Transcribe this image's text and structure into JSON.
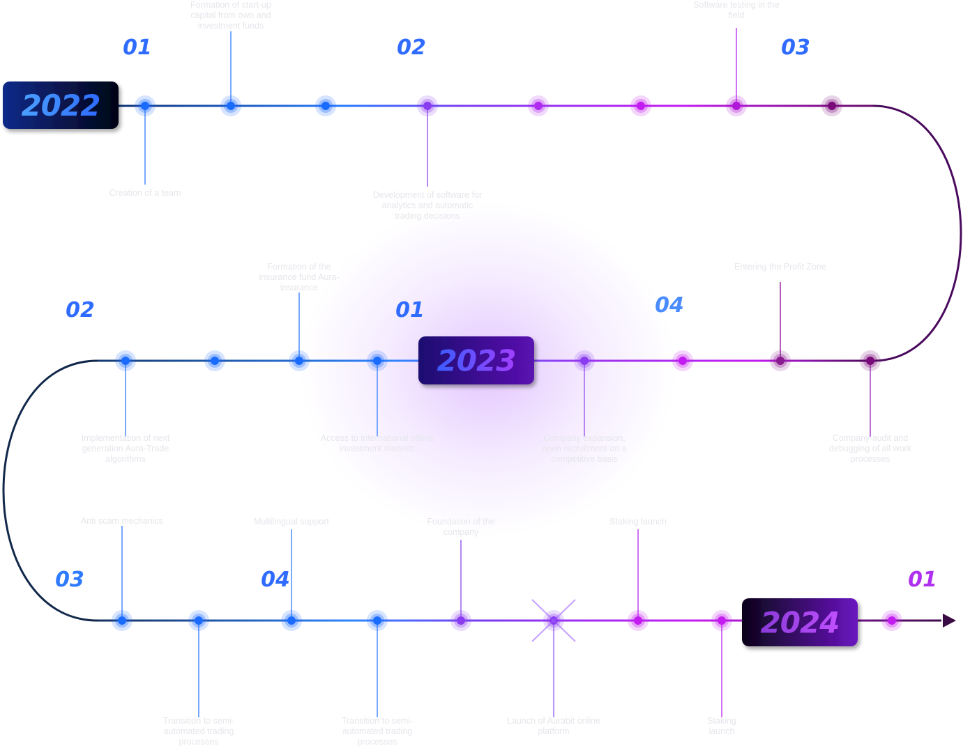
{
  "years": [
    {
      "id": "2022",
      "label": "2022"
    },
    {
      "id": "2023",
      "label": "2023"
    },
    {
      "id": "2024",
      "label": "2024"
    }
  ],
  "quarters": [
    {
      "id": "q1-2022",
      "label": "01"
    },
    {
      "id": "q2-2022",
      "label": "02"
    },
    {
      "id": "q3-2022",
      "label": "03"
    },
    {
      "id": "q4-2022",
      "label": "04"
    },
    {
      "id": "q1-2023",
      "label": "01"
    },
    {
      "id": "q2-2023",
      "label": "02"
    },
    {
      "id": "q3-2023",
      "label": "03"
    },
    {
      "id": "q4-2023",
      "label": "04"
    },
    {
      "id": "q1-2024",
      "label": "01"
    }
  ],
  "events": [
    {
      "id": "formation-start-up-capital",
      "lines": [
        "Formation of start-up",
        "capital from own and",
        "investment funds"
      ]
    },
    {
      "id": "creation-of-team",
      "lines": [
        "Creation of a team"
      ]
    },
    {
      "id": "development-software",
      "lines": [
        "Development of software for",
        "analytics and automatic",
        "trading decisions"
      ]
    },
    {
      "id": "software-testing",
      "lines": [
        "Software testing in the",
        "field"
      ]
    },
    {
      "id": "entering-profit-zone",
      "lines": [
        "Entering the Profit Zone"
      ]
    },
    {
      "id": "company-audit",
      "lines": [
        "Company audit and",
        "debugging of all work",
        "processes"
      ]
    },
    {
      "id": "company-expansion",
      "lines": [
        "Company expansion,",
        "open recruitment on a",
        "competitive basis"
      ]
    },
    {
      "id": "access-offline-markets",
      "lines": [
        "Access to international offline",
        "investment markets"
      ]
    },
    {
      "id": "insurance-fund",
      "lines": [
        "Formation of the",
        "insurance fund Aura-",
        "insurance"
      ]
    },
    {
      "id": "next-gen-algorithms",
      "lines": [
        "Implementation of next",
        "generation Aura-Trade",
        "algorithms"
      ]
    },
    {
      "id": "anti-scam",
      "lines": [
        "Anti scam mechanics"
      ]
    },
    {
      "id": "transition-semi-1",
      "lines": [
        "Transition to semi-",
        "automated trading",
        "processes"
      ]
    },
    {
      "id": "multilingual",
      "lines": [
        "Multilingual support"
      ]
    },
    {
      "id": "transition-semi-2",
      "lines": [
        "Transition to semi-",
        "automated trading",
        "processes"
      ]
    },
    {
      "id": "foundation-company",
      "lines": [
        "Foundation of the",
        "company"
      ]
    },
    {
      "id": "launch-platform",
      "lines": [
        "Launch of Aurabit online",
        "platform"
      ]
    },
    {
      "id": "staking-launch-1",
      "lines": [
        "Staking launch"
      ]
    },
    {
      "id": "staking-launch-2",
      "lines": [
        "Staking",
        "launch"
      ]
    }
  ],
  "colors": {
    "blue": "#1a6bff",
    "violet": "#8a3cf0",
    "magenta": "#c21cf0",
    "dark_purple": "#5a0a6a",
    "dark_navy": "#0e2240"
  }
}
